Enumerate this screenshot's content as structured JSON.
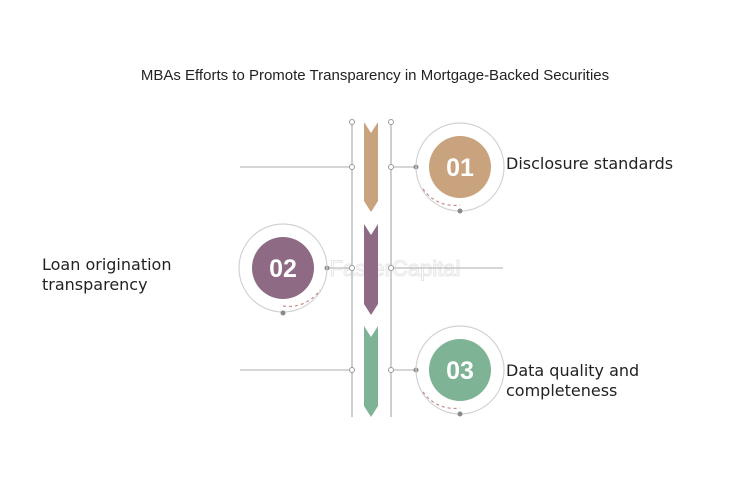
{
  "title": "MBAs Efforts to Promote Transparency in Mortgage-Backed Securities",
  "watermark": "FasterCapital",
  "colors": {
    "step1": "#c9a27e",
    "step2": "#8e6a84",
    "step3": "#7fb395",
    "line": "#bdbdbd",
    "dot": "#8a8a8a",
    "dash": "#c58a8a"
  },
  "steps": [
    {
      "number": "01",
      "label_lines": [
        "Disclosure standards"
      ]
    },
    {
      "number": "02",
      "label_lines": [
        "Loan origination",
        "transparency"
      ]
    },
    {
      "number": "03",
      "label_lines": [
        "Data quality and",
        "completeness"
      ]
    }
  ]
}
